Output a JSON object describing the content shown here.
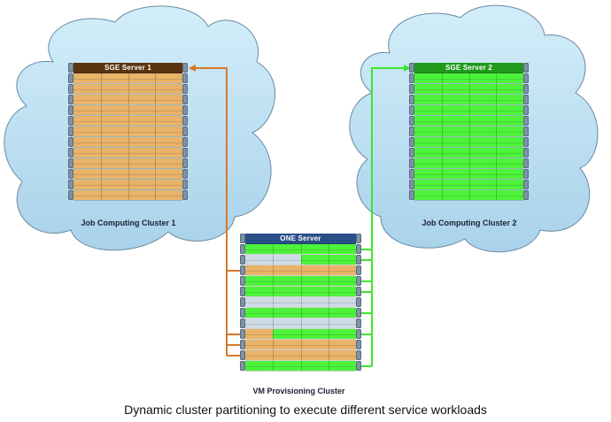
{
  "caption": "Dynamic cluster partitioning to execute different service workloads",
  "colors": {
    "cloud_fill_top": "#d3eefa",
    "cloud_fill_bottom": "#a9d2ea",
    "cloud_stroke": "#6a8aa2",
    "orange_unit": "#e9b36a",
    "orange_header": "#5a3410",
    "orange_link": "#d9782a",
    "green_unit": "#4df33a",
    "green_header": "#1f9a1a",
    "green_link": "#3ce62e",
    "gray_unit": "#cfdbe4",
    "blue_header": "#2a4f86"
  },
  "clusters": [
    {
      "id": "cluster1",
      "label": "Job Computing Cluster 1",
      "server_label": "SGE Server 1",
      "unit_color": "orange",
      "unit_count": 12
    },
    {
      "id": "cluster2",
      "label": "Job Computing Cluster 2",
      "server_label": "SGE Server 2",
      "unit_color": "green",
      "unit_count": 12
    }
  ],
  "provisioning": {
    "label": "VM Provisioning Cluster",
    "server_label": "ONE Server",
    "units": [
      {
        "segments": [
          {
            "color": "green",
            "fraction": 1.0
          }
        ]
      },
      {
        "segments": [
          {
            "color": "gray",
            "fraction": 0.5
          },
          {
            "color": "green",
            "fraction": 0.5
          }
        ]
      },
      {
        "segments": [
          {
            "color": "orange",
            "fraction": 1.0
          }
        ]
      },
      {
        "segments": [
          {
            "color": "green",
            "fraction": 1.0
          }
        ]
      },
      {
        "segments": [
          {
            "color": "green",
            "fraction": 1.0
          }
        ]
      },
      {
        "segments": [
          {
            "color": "gray",
            "fraction": 1.0
          }
        ]
      },
      {
        "segments": [
          {
            "color": "green",
            "fraction": 1.0
          }
        ]
      },
      {
        "segments": [
          {
            "color": "gray",
            "fraction": 1.0
          }
        ]
      },
      {
        "segments": [
          {
            "color": "orange",
            "fraction": 0.25
          },
          {
            "color": "green",
            "fraction": 0.75
          }
        ]
      },
      {
        "segments": [
          {
            "color": "orange",
            "fraction": 1.0
          }
        ]
      },
      {
        "segments": [
          {
            "color": "orange",
            "fraction": 1.0
          }
        ]
      },
      {
        "segments": [
          {
            "color": "green",
            "fraction": 1.0
          }
        ]
      }
    ]
  },
  "links": {
    "orange_to_cluster1_from_units": [
      3,
      9,
      10,
      11
    ],
    "green_to_cluster2_from_units": [
      1,
      2,
      4,
      5,
      7,
      9,
      12
    ]
  }
}
